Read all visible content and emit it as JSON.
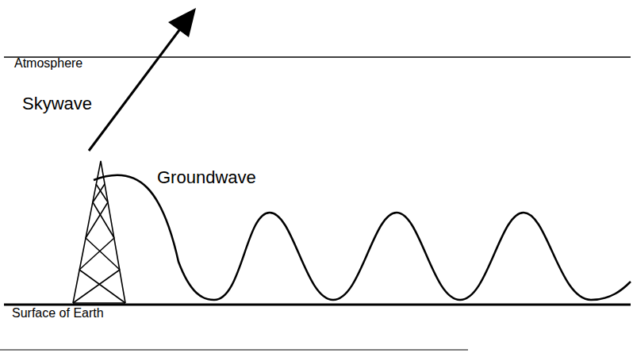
{
  "diagram": {
    "labels": [
      "Atmosphere",
      "Skywave",
      "Groundwave",
      "Surface of Earth"
    ]
  }
}
